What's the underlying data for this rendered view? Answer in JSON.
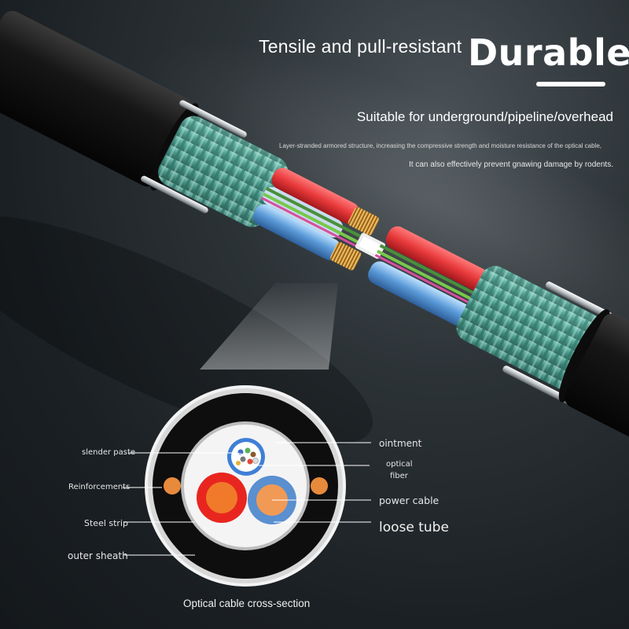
{
  "header": {
    "subtitle": "Tensile and pull-resistant",
    "title": "Durable"
  },
  "usage": "Suitable for underground/pipeline/overhead",
  "description": {
    "line1": "Layer-stranded armored structure, increasing the compressive strength and moisture resistance of the optical cable,",
    "line2": "It can also effectively prevent gnawing damage by rodents."
  },
  "cross_section": {
    "caption": "Optical cable cross-section",
    "labels": {
      "slender_paste": "slender paste",
      "reinforcements": "Reinforcements",
      "steel_strip": "Steel strip",
      "outer_sheath": "outer sheath",
      "ointment": "ointment",
      "optical_fiber_line1": "optical",
      "optical_fiber_line2": "fiber",
      "power_cable": "power cable",
      "loose_tube": "loose tube"
    }
  },
  "colors": {
    "armor": "#5fb5a4",
    "red_tube": "#e8393b",
    "blue_tube": "#5a9ad8",
    "orange_core": "#e88a3c",
    "sheath": "#141414"
  },
  "icons": {
    "cable_illustration": "armored-optical-cable-icon",
    "cross_section": "cable-cross-section-icon"
  }
}
